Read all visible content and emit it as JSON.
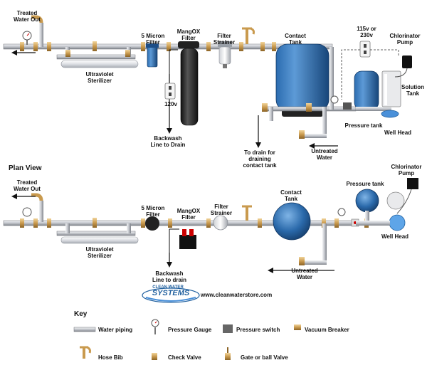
{
  "top": {
    "treated_water_out": [
      "Treated",
      "Water Out"
    ],
    "micron_filter": [
      "5 Micron",
      "Filter"
    ],
    "mangox_filter": [
      "MangOX",
      "Filter"
    ],
    "filter_strainer": [
      "Filter",
      "Strainer"
    ],
    "contact_tank": [
      "Contact",
      "Tank"
    ],
    "power": [
      "115v or",
      "230v"
    ],
    "chlorinator_pump": [
      "Chlorinator",
      "Pump"
    ],
    "solution_tank": [
      "Solution",
      "Tank"
    ],
    "uv_sterilizer": [
      "Ultraviolet",
      "Sterilizer"
    ],
    "outlet_120v": "120v",
    "backwash": [
      "Backwash",
      "Line to Drain"
    ],
    "pressure_tank": "Pressure tank",
    "well_head": "Well Head",
    "drain_contact": [
      "To drain for",
      "draining",
      "contact tank"
    ],
    "untreated_water": [
      "Untreated",
      "Water"
    ]
  },
  "plan": {
    "title": "Plan View",
    "treated_water_out": [
      "Treated",
      "Water Out"
    ],
    "micron_filter": [
      "5 Micron",
      "Filter"
    ],
    "mangox_filter": [
      "MangOX",
      "Filter"
    ],
    "filter_strainer": [
      "Filter",
      "Strainer"
    ],
    "contact_tank": [
      "Contact",
      "Tank"
    ],
    "pressure_tank": "Pressure tank",
    "chlorinator_pump": [
      "Chlorinator",
      "Pump"
    ],
    "uv_sterilizer": [
      "Ultraviolet",
      "Sterilizer"
    ],
    "well_head": "Well Head",
    "backwash": [
      "Backwash",
      "Line to drain"
    ],
    "untreated_water": [
      "Untreated",
      "Water"
    ]
  },
  "brand": {
    "logo_top": "CLEAN WATER",
    "logo_main": "SYSTEMS",
    "url": "www.cleanwaterstore.com"
  },
  "key": {
    "title": "Key",
    "items": {
      "water_piping": "Water piping",
      "pressure_gauge": "Pressure Gauge",
      "pressure_switch": "Pressure switch",
      "vacuum_breaker": "Vacuum Breaker",
      "hose_bib": "Hose Bib",
      "check_valve": "Check Valve",
      "gate_valve": "Gate or ball Valve"
    }
  },
  "colors": {
    "pipe": "#c9cbd0",
    "pipe_edge": "#7a7d84",
    "brass": "#c99a4e",
    "tank_blue": "#1f5f9e",
    "tank_dark": "#222222"
  }
}
